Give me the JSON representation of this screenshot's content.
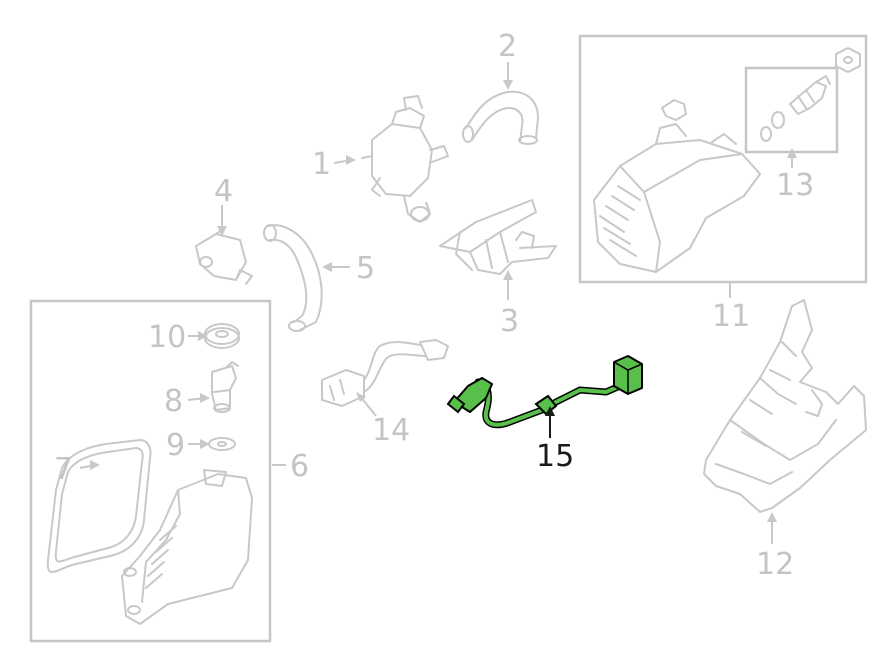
{
  "diagram": {
    "highlight_color": "#58c04a",
    "callouts": [
      {
        "id": "1",
        "text": "1"
      },
      {
        "id": "2",
        "text": "2"
      },
      {
        "id": "3",
        "text": "3"
      },
      {
        "id": "4",
        "text": "4"
      },
      {
        "id": "5",
        "text": "5"
      },
      {
        "id": "6",
        "text": "6"
      },
      {
        "id": "7",
        "text": "7"
      },
      {
        "id": "8",
        "text": "8"
      },
      {
        "id": "9",
        "text": "9"
      },
      {
        "id": "10",
        "text": "10"
      },
      {
        "id": "11",
        "text": "11"
      },
      {
        "id": "12",
        "text": "12"
      },
      {
        "id": "13",
        "text": "13"
      },
      {
        "id": "14",
        "text": "14"
      },
      {
        "id": "15",
        "text": "15",
        "highlighted": true
      }
    ]
  }
}
